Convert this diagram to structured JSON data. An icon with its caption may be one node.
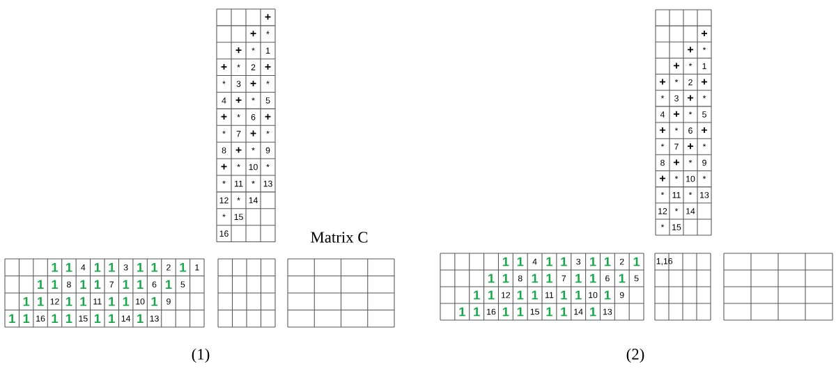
{
  "diagram": {
    "labels": [
      "+",
      "+",
      "*",
      "+",
      "*",
      "1",
      "+",
      "*",
      "2",
      "+",
      "*",
      "3",
      "+",
      "*",
      "4",
      "+",
      "*",
      "5",
      "+",
      "*",
      "6",
      "+",
      "*",
      "7",
      "+",
      "*",
      "8",
      "+",
      "*",
      "9",
      "+",
      "*",
      "10",
      "*",
      "*",
      "11",
      "*",
      "13",
      "12",
      "*",
      "14",
      "*",
      "15",
      "16",
      "Matrix C",
      "1",
      "1",
      "4",
      "1",
      "1",
      "3",
      "1",
      "1",
      "2",
      "1",
      "1",
      "1",
      "1",
      "8",
      "1",
      "1",
      "7",
      "1",
      "1",
      "6",
      "1",
      "5",
      "1",
      "1",
      "12",
      "1",
      "1",
      "11",
      "1",
      "1",
      "10",
      "1",
      "9",
      "1",
      "1",
      "16",
      "1",
      "1",
      "15",
      "1",
      "1",
      "14",
      "1",
      "13",
      "(1)",
      "+",
      "+",
      "*",
      "+",
      "*",
      "1",
      "+",
      "*",
      "2",
      "+",
      "*",
      "3",
      "+",
      "*",
      "4",
      "+",
      "*",
      "5",
      "+",
      "*",
      "6",
      "+",
      "*",
      "7",
      "+",
      "*",
      "8",
      "+",
      "*",
      "9",
      "+",
      "*",
      "10",
      "*",
      "*",
      "11",
      "*",
      "13",
      "12",
      "*",
      "14",
      "*",
      "15",
      "1",
      "1",
      "4",
      "1",
      "1",
      "3",
      "1",
      "1",
      "2",
      "1",
      "1",
      "1",
      "8",
      "1",
      "1",
      "7",
      "1",
      "1",
      "6",
      "1",
      "5",
      "1",
      "1",
      "12",
      "1",
      "1",
      "11",
      "1",
      "1",
      "10",
      "1",
      "9",
      "1",
      "1",
      "16",
      "1",
      "1",
      "15",
      "1",
      "1",
      "14",
      "1",
      "13",
      "1,16",
      "(2)"
    ]
  }
}
